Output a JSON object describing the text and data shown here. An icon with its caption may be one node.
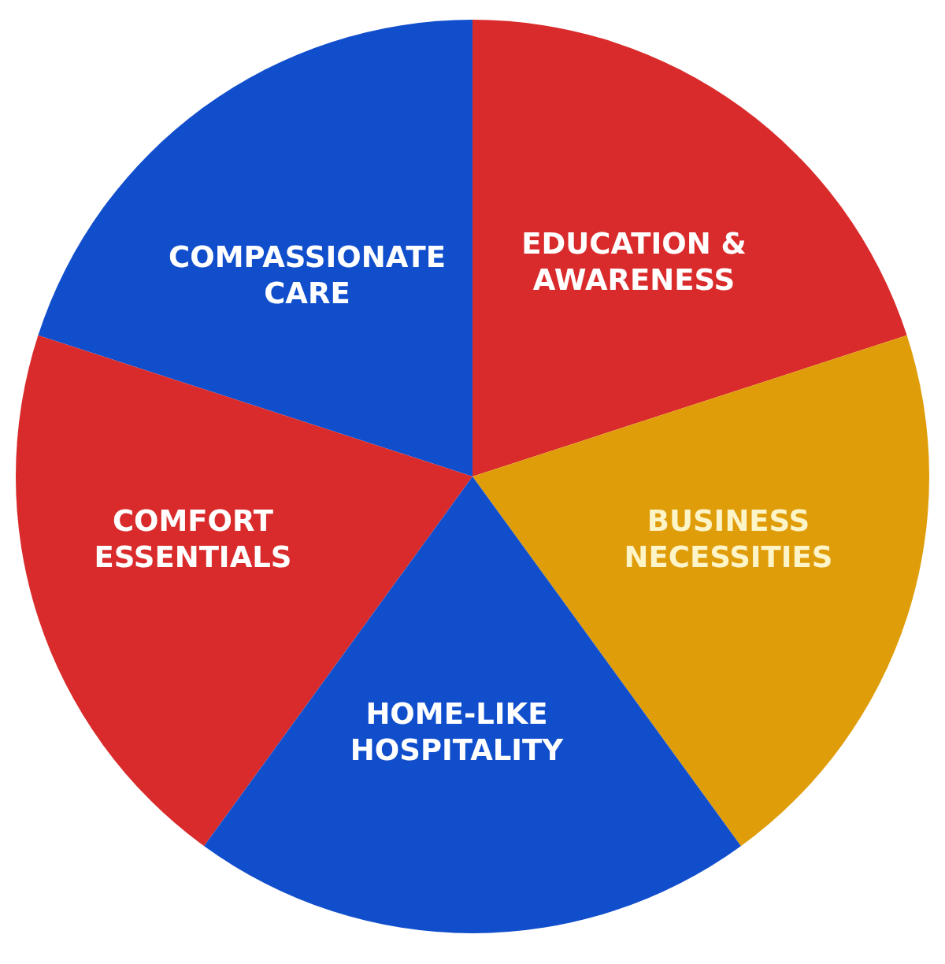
{
  "diagram": {
    "nodes": [
      {
        "text": [
          "COMPASSIONATE CARE"
        ]
      },
      {
        "text": [
          "EDUCATION & AWARENESS"
        ]
      },
      {
        "text": [
          "COMFORT ESSENTIALS"
        ]
      },
      {
        "text": [
          "BUSINESS NECESSITIES"
        ]
      },
      {
        "text": [
          "HOME-LIKE HOSPITALITY"
        ]
      }
    ]
  }
}
